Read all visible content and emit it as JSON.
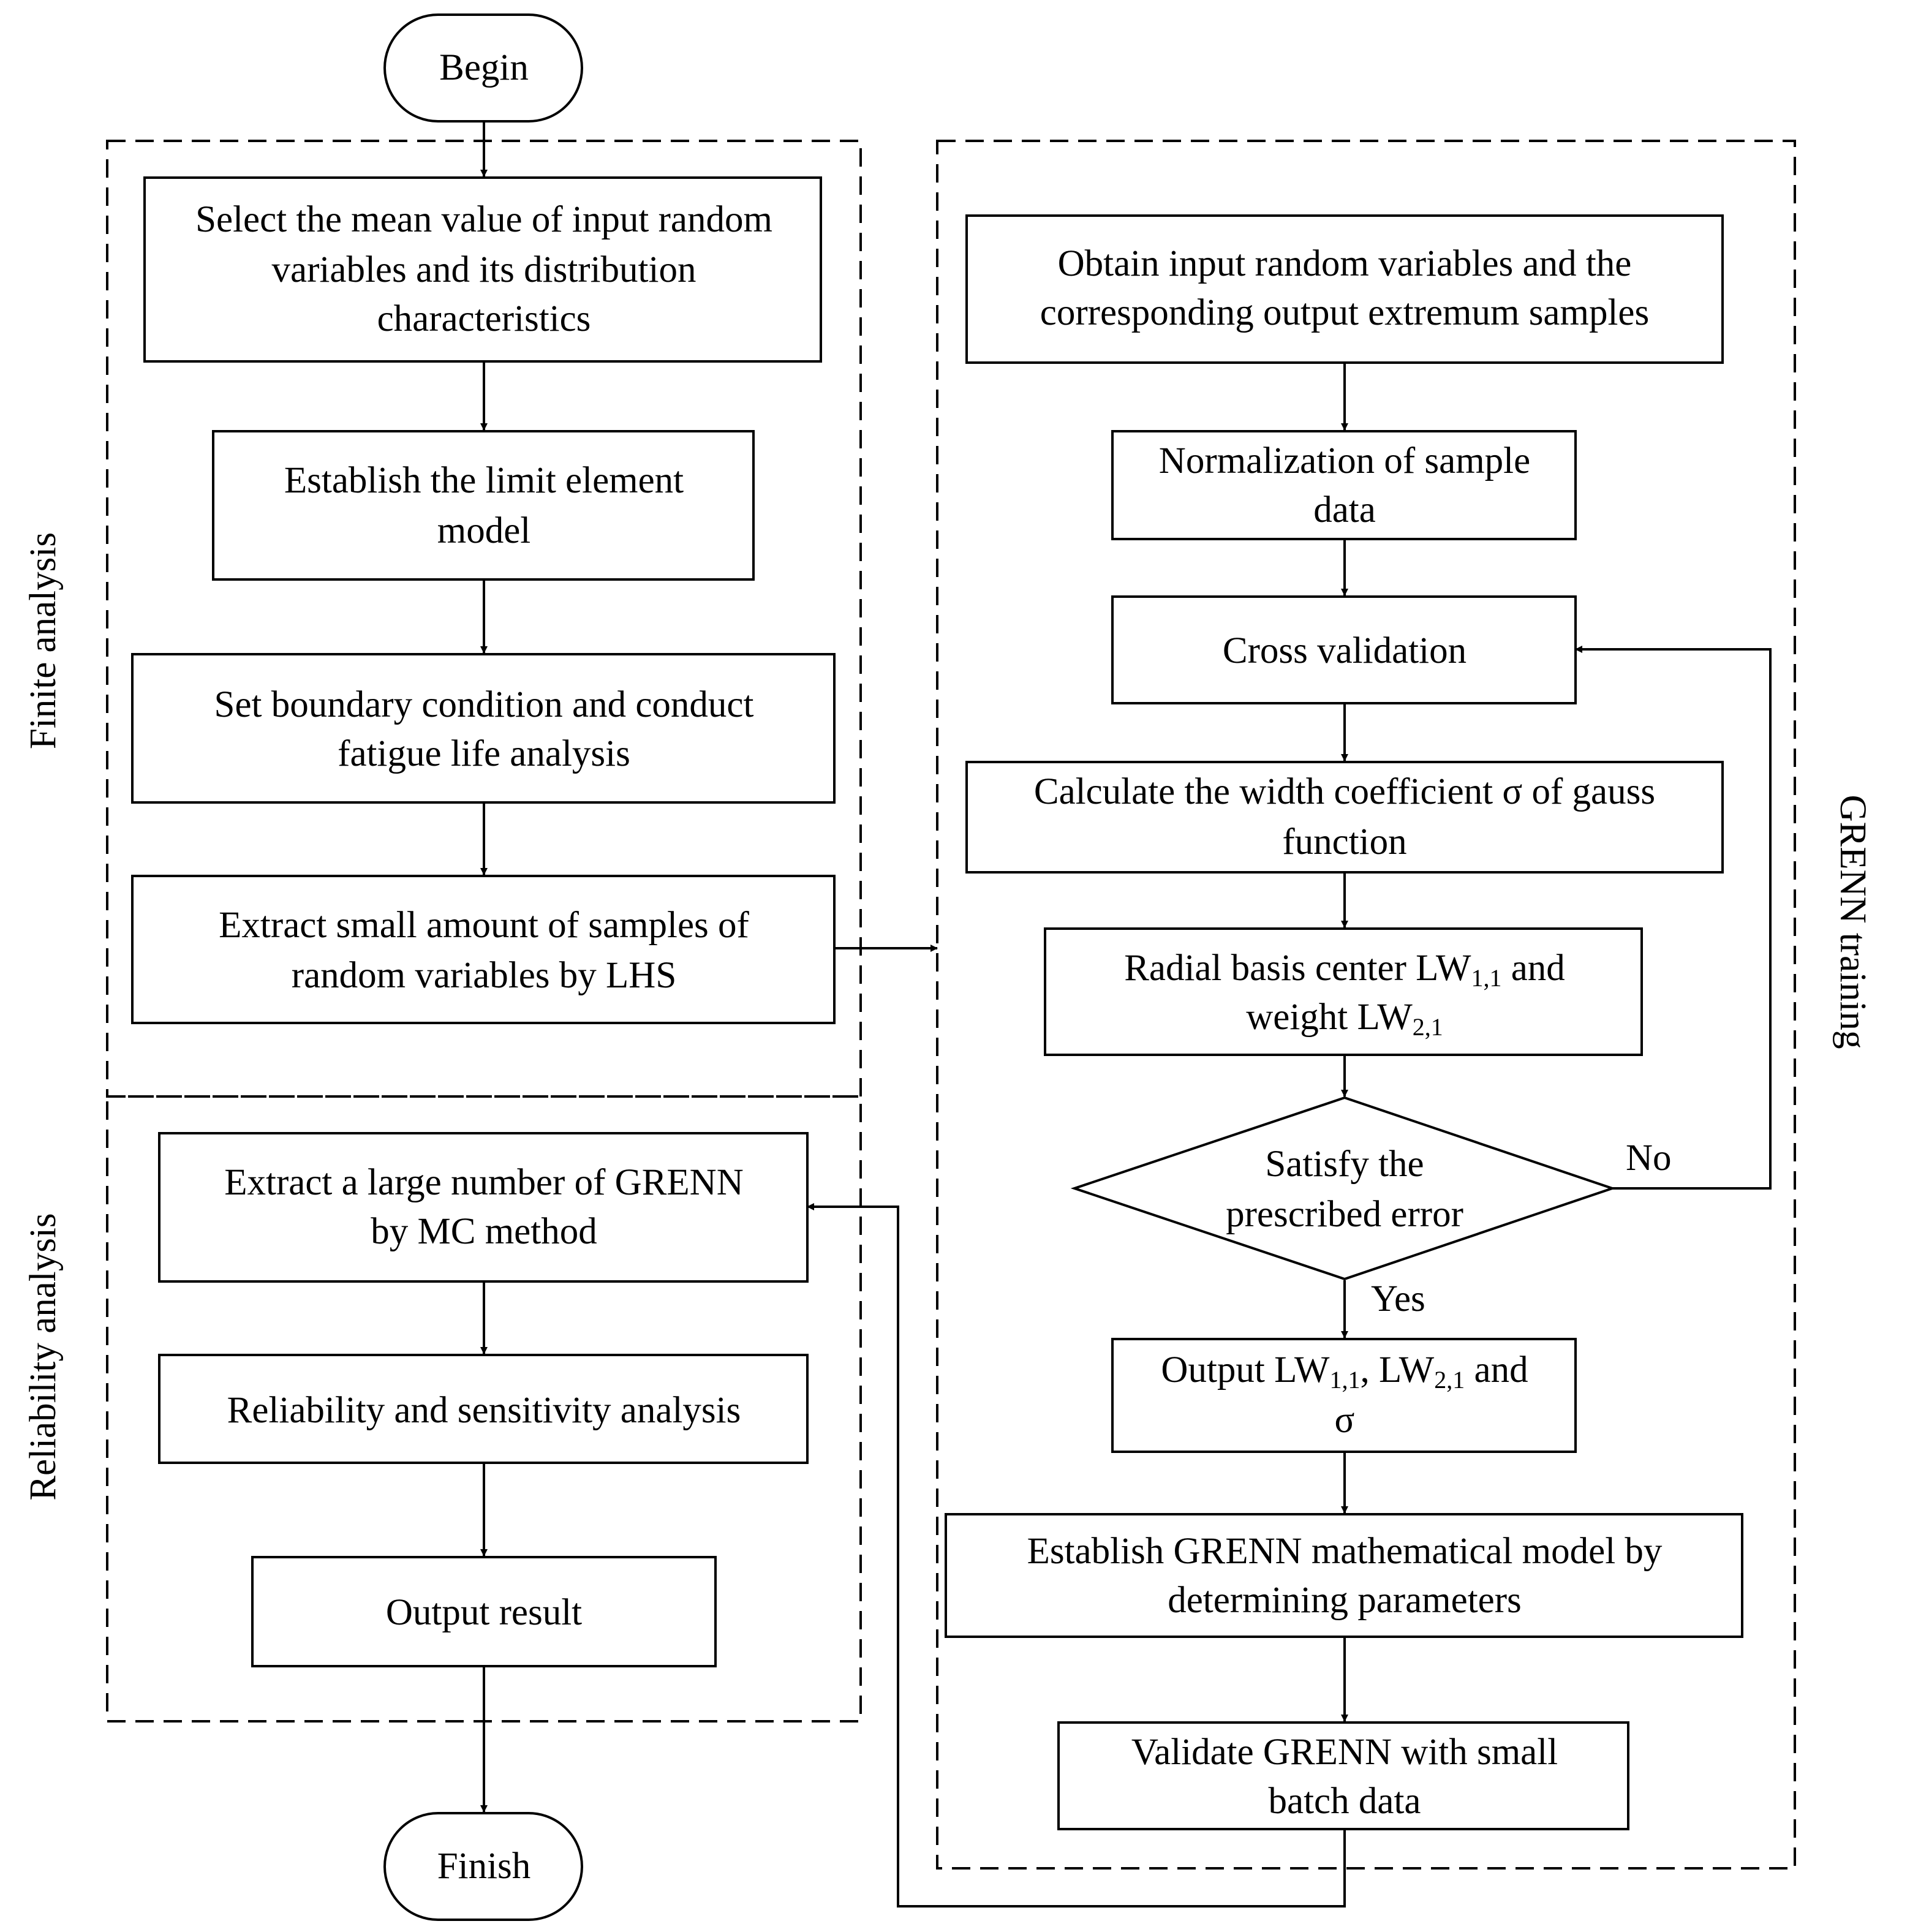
{
  "nodes": {
    "begin": "Begin",
    "finish": "Finish",
    "select_mean_l1": "Select the mean value of input random",
    "select_mean_l2": "variables and its distribution",
    "select_mean_l3": "characteristics",
    "establish_fe_l1": "Establish the limit element",
    "establish_fe_l2": "model",
    "boundary_l1": "Set boundary condition and conduct",
    "boundary_l2": "fatigue life analysis",
    "extract_small_l1": "Extract small amount of samples of",
    "extract_small_l2": "random variables by LHS",
    "extract_large_l1": "Extract a large number of GRENN",
    "extract_large_l2": "by MC method",
    "reliability": "Reliability and sensitivity analysis",
    "output_result": "Output result",
    "obtain_l1": "Obtain input random variables and the",
    "obtain_l2": "corresponding output extremum samples",
    "normalization_l1": "Normalization of sample",
    "normalization_l2": "data",
    "cross_validation": "Cross validation",
    "width_l1": "Calculate the width coefficient σ of gauss",
    "width_l2": "function",
    "radial_l1_a": "Radial basis center LW",
    "radial_l1_sub": "1,1",
    "radial_l1_b": " and",
    "radial_l2_a": "weight LW",
    "radial_l2_sub": "2,1",
    "decision_l1": "Satisfy the",
    "decision_l2": "prescribed error",
    "output_lw_a": "Output LW",
    "output_lw_sub1": "1,1",
    "output_lw_b": ", LW",
    "output_lw_sub2": "2,1",
    "output_lw_c": " and",
    "output_lw_l2": "σ",
    "establish_grenn_l1": "Establish GRENN mathematical model by",
    "establish_grenn_l2": "determining parameters",
    "validate_l1": "Validate GRENN with small",
    "validate_l2": "batch data"
  },
  "edge_labels": {
    "no": "No",
    "yes": "Yes"
  },
  "regions": {
    "finite_analysis": "Finite analysis",
    "reliability_analysis": "Reliability analysis",
    "grenn_training": "GRENN training"
  }
}
